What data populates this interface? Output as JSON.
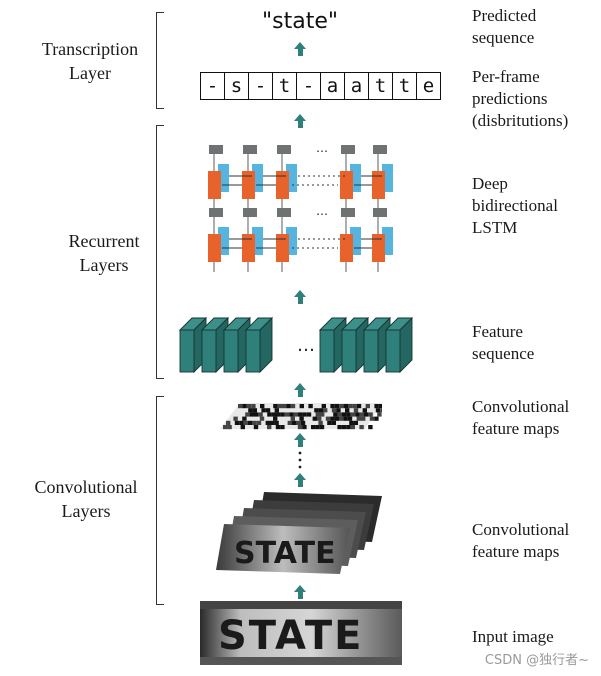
{
  "predicted_text": "\"state\"",
  "frame_chars": [
    "-",
    "s",
    "-",
    "t",
    "-",
    "a",
    "a",
    "t",
    "t",
    "e"
  ],
  "left_labels": {
    "transcription": [
      "Transcription",
      "Layer"
    ],
    "recurrent": [
      "Recurrent",
      "Layers"
    ],
    "convolutional": [
      "Convolutional",
      "Layers"
    ]
  },
  "right_labels": {
    "predicted": [
      "Predicted",
      "sequence"
    ],
    "per_frame": [
      "Per-frame",
      "predictions",
      "(disbritutions)"
    ],
    "lstm": [
      "Deep",
      "bidirectional",
      "LSTM"
    ],
    "feature_seq": [
      "Feature",
      "sequence"
    ],
    "conv_maps_top": [
      "Convolutional",
      "feature maps"
    ],
    "conv_maps_bottom": [
      "Convolutional",
      "feature maps"
    ],
    "input": [
      "Input image"
    ]
  },
  "image_text": "STATE",
  "ellipsis": "…",
  "watermark": "CSDN @独行者~",
  "colors": {
    "arrow": "#2f7f7a",
    "lstm_orange": "#e8622c",
    "lstm_blue": "#55b4e0",
    "lstm_gray": "#6f7273",
    "feature_teal": "#2f7f7a"
  }
}
